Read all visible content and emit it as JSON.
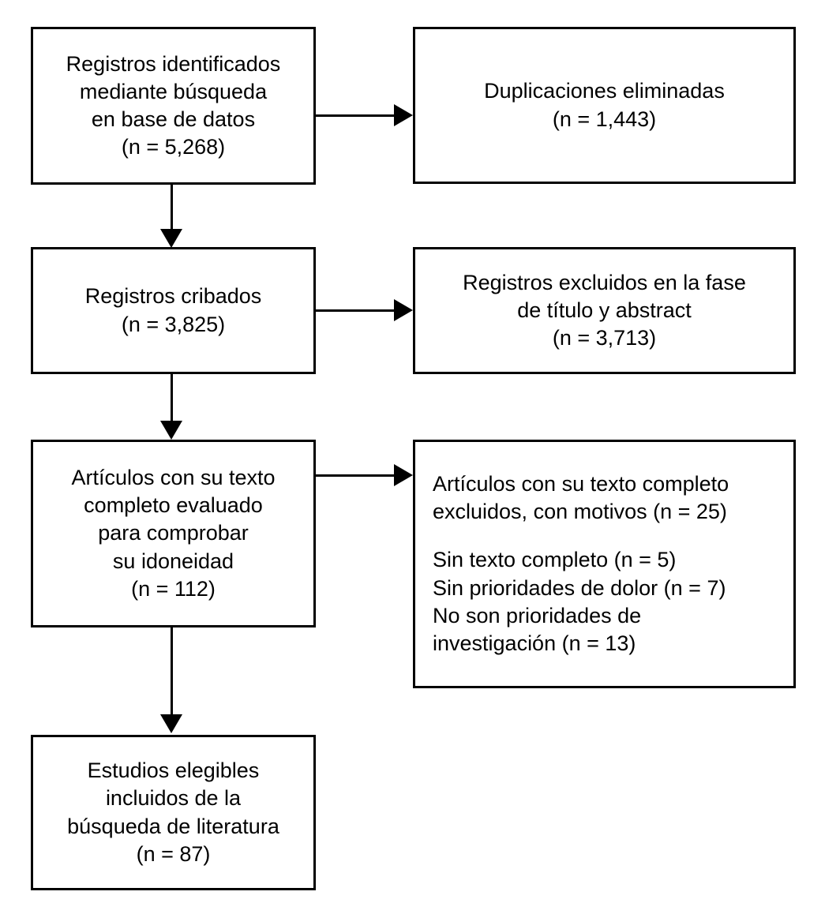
{
  "diagram": {
    "type": "prisma-flow-diagram",
    "language": "es",
    "colors": {
      "background": "#ffffff",
      "box_border": "#000000",
      "text": "#000000",
      "connector": "#000000"
    },
    "nodes": {
      "identified": {
        "id": "records-identified",
        "lines": [
          "Registros identificados",
          "mediante búsqueda",
          "en base de datos",
          "(n = 5,268)"
        ],
        "count": "5,268",
        "align": "center"
      },
      "duplicates": {
        "id": "duplicates-removed",
        "lines": [
          "Duplicaciones eliminadas",
          "(n = 1,443)"
        ],
        "count": "1,443",
        "align": "center"
      },
      "screened": {
        "id": "records-screened",
        "lines": [
          "Registros cribados",
          "(n = 3,825)"
        ],
        "count": "3,825",
        "align": "center"
      },
      "excluded_title_abstract": {
        "id": "records-excluded-title-abstract",
        "lines": [
          "Registros excluidos en la fase",
          "de título y abstract",
          "(n = 3,713)"
        ],
        "count": "3,713",
        "align": "center"
      },
      "fulltext_assessed": {
        "id": "fulltext-assessed-eligibility",
        "lines": [
          "Artículos con su texto",
          "completo evaluado",
          "para comprobar",
          "su idoneidad",
          "(n = 112)"
        ],
        "count": "112",
        "align": "center"
      },
      "fulltext_excluded": {
        "id": "fulltext-excluded-with-reasons",
        "lines": [
          "Artículos con su texto completo",
          "excluidos, con motivos (n = 25)",
          "",
          "Sin texto completo (n = 5)",
          "Sin prioridades de dolor (n = 7)",
          "No son prioridades de",
          "investigación (n = 13)"
        ],
        "count": "25",
        "reasons": [
          {
            "label": "Sin texto completo",
            "count": "5"
          },
          {
            "label": "Sin prioridades de dolor",
            "count": "7"
          },
          {
            "label": "No son prioridades de investigación",
            "count": "13"
          }
        ],
        "align": "left"
      },
      "included": {
        "id": "studies-included",
        "lines": [
          "Estudios elegibles",
          "incluidos de la",
          "búsqueda de literatura",
          "(n = 87)"
        ],
        "count": "87",
        "align": "center"
      }
    },
    "connectors": [
      {
        "id": "identified-to-duplicates",
        "from": "identified",
        "to": "duplicates",
        "direction": "right"
      },
      {
        "id": "identified-to-screened",
        "from": "identified",
        "to": "screened",
        "direction": "down"
      },
      {
        "id": "screened-to-excluded-title-abstract",
        "from": "screened",
        "to": "excluded_title_abstract",
        "direction": "right"
      },
      {
        "id": "screened-to-fulltext",
        "from": "screened",
        "to": "fulltext_assessed",
        "direction": "down"
      },
      {
        "id": "fulltext-to-excluded",
        "from": "fulltext_assessed",
        "to": "fulltext_excluded",
        "direction": "right"
      },
      {
        "id": "fulltext-to-included",
        "from": "fulltext_assessed",
        "to": "included",
        "direction": "down"
      }
    ]
  }
}
